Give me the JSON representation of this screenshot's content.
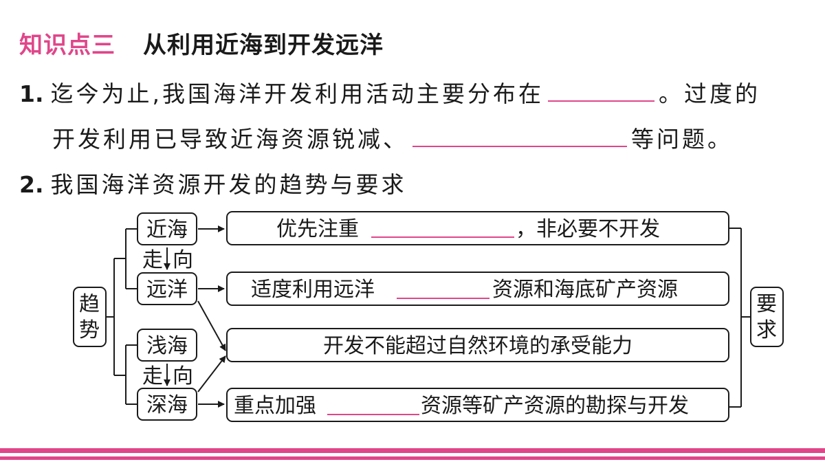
{
  "heading": {
    "label": "知识点三",
    "title": "从利用近海到开发远洋"
  },
  "q1": {
    "number": "1.",
    "line1_text": "迄今为止,我国海洋开发利用活动主要分布在",
    "line1_end": "。过度的",
    "line2_text": "开发利用已导致近海资源锐减、",
    "line2_end": "等问题。"
  },
  "q2": {
    "number": "2.",
    "title": "我国海洋资源开发的趋势与要求"
  },
  "diagram": {
    "trend_label": [
      "趋",
      "势"
    ],
    "requirement_label": [
      "要",
      "求"
    ],
    "nodes": {
      "nearshore": "近海",
      "ocean": "远洋",
      "shallow": "浅海",
      "deep": "深海"
    },
    "direction_label": [
      "走",
      "向"
    ],
    "boxes": {
      "box1_pre": "优先注重",
      "box1_post": "，非必要不开发",
      "box2_pre": "适度利用远洋",
      "box2_post": "资源和海底矿产资源",
      "box3": "开发不能超过自然环境的承受能力",
      "box4_pre": "重点加强",
      "box4_post": "资源等矿产资源的勘探与开发"
    }
  },
  "colors": {
    "accent": "#e0468a",
    "ink": "#1a1a1a"
  }
}
